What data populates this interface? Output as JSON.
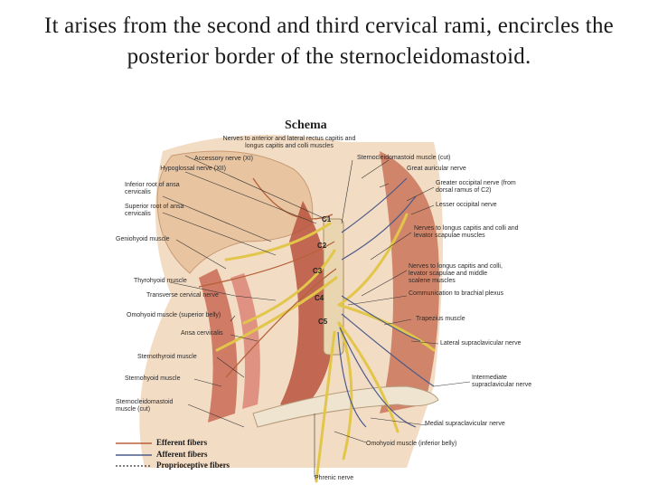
{
  "title": "It arises from the second and third cervical rami, encircles the posterior border of the sternocleidomastoid.",
  "figure": {
    "heading": "Schema",
    "cervical_levels": [
      "C1",
      "C2",
      "C3",
      "C4",
      "C5"
    ],
    "labels_left": [
      "Accessory nerve (XI)",
      "Hypoglossal nerve (XII)",
      "Inferior root of ansa cervicalis",
      "Superior root of ansa cervicalis",
      "Geniohyoid muscle",
      "Thyrohyoid muscle",
      "Transverse cervical nerve",
      "Omohyoid muscle (superior belly)",
      "Ansa cervicalis",
      "Sternothyroid muscle",
      "Sternohyoid muscle",
      "Sternocleidomastoid muscle (cut)"
    ],
    "labels_top": [
      "Nerves to anterior and lateral rectus capitis and longus capitis and colli muscles"
    ],
    "labels_right": [
      "Sternocleidomastoid muscle (cut)",
      "Great auricular nerve",
      "Greater occipital nerve (from dorsal ramus of C2)",
      "Lesser occipital nerve",
      "Nerves to longus capitis and colli and levator scapulae muscles",
      "Nerves to longus capitis and colli, levator scapulae and middle scalene muscles",
      "Communication to brachial plexus",
      "Trapezius muscle",
      "Lateral supraclavicular nerve",
      "Intermediate supraclavicular nerve",
      "Medial supraclavicular nerve"
    ],
    "labels_bottom": [
      "Omohyoid muscle (inferior belly)",
      "Phrenic nerve"
    ],
    "legend": [
      {
        "label": "Efferent fibers",
        "color": "#b5623a",
        "style": "solid"
      },
      {
        "label": "Afferent fibers",
        "color": "#4a5a8a",
        "style": "solid"
      },
      {
        "label": "Proprioceptive fibers",
        "color": "#333333",
        "style": "dotted"
      }
    ]
  }
}
